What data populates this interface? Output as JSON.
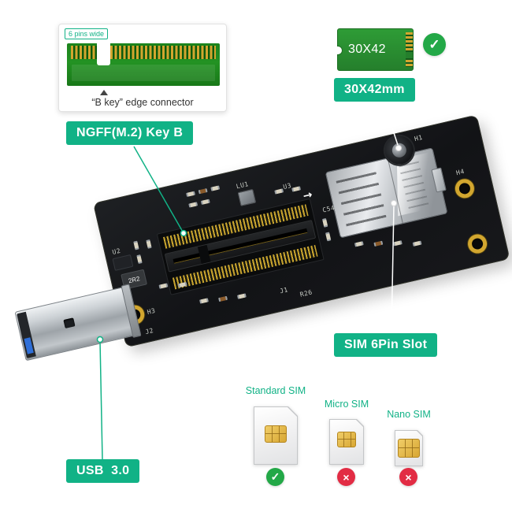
{
  "colors": {
    "teal": "#11b286",
    "green": "#23a847",
    "red": "#e22c44",
    "gold": "#d2a62f",
    "pcb-green": "#239223",
    "usb-blue": "#2f6fd8"
  },
  "callout": {
    "pin_width_tag": "6 pins wide",
    "caption": "“B key”  edge connector"
  },
  "badges": {
    "ngff": "NGFF(M.2) Key B",
    "size": "30X42mm",
    "sim": "SIM 6Pin Slot",
    "usb": "USB  3.0"
  },
  "m2_card": {
    "size_label": "30X42",
    "check": "✓"
  },
  "board": {
    "silk": {
      "u3": "U3",
      "h1": "H1",
      "h4": "H4",
      "h3": "H3",
      "j1": "J1",
      "j2": "J2",
      "u2": "U2",
      "c54": "C54",
      "r26": "R26",
      "lu1": "LU1",
      "chip": "2R2",
      "arrow": "→"
    }
  },
  "sim_types": [
    {
      "label": "Standard SIM",
      "mark": "✓"
    },
    {
      "label": "Micro SIM",
      "mark": "×"
    },
    {
      "label": "Nano SIM",
      "mark": "×"
    }
  ]
}
